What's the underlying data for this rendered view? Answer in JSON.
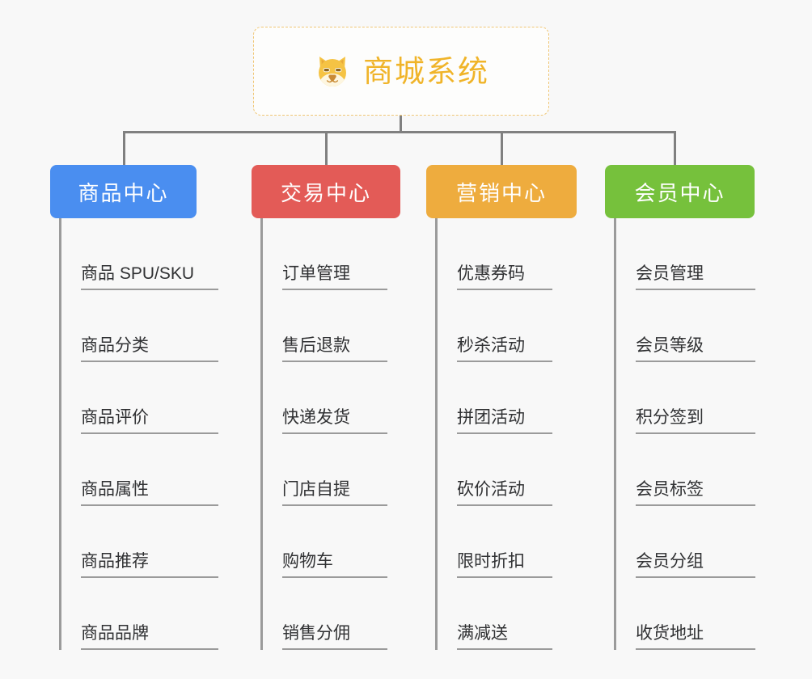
{
  "background_color": "#f8f8f8",
  "root": {
    "title": "商城系统",
    "icon": "shiba-inu-icon",
    "border_color": "#f0c674",
    "text_color": "#f0b429"
  },
  "connector_color": "#808080",
  "branches": [
    {
      "id": "products",
      "label": "商品中心",
      "color": "#4a8ef0",
      "items": [
        "商品 SPU/SKU",
        "商品分类",
        "商品评价",
        "商品属性",
        "商品推荐",
        "商品品牌"
      ]
    },
    {
      "id": "trade",
      "label": "交易中心",
      "color": "#e35b57",
      "items": [
        "订单管理",
        "售后退款",
        "快递发货",
        "门店自提",
        "购物车",
        "销售分佣"
      ]
    },
    {
      "id": "market",
      "label": "营销中心",
      "color": "#eeac3e",
      "items": [
        "优惠券码",
        "秒杀活动",
        "拼团活动",
        "砍价活动",
        "限时折扣",
        "满减送"
      ]
    },
    {
      "id": "member",
      "label": "会员中心",
      "color": "#76c13c",
      "items": [
        "会员管理",
        "会员等级",
        "积分签到",
        "会员标签",
        "会员分组",
        "收货地址"
      ]
    }
  ]
}
